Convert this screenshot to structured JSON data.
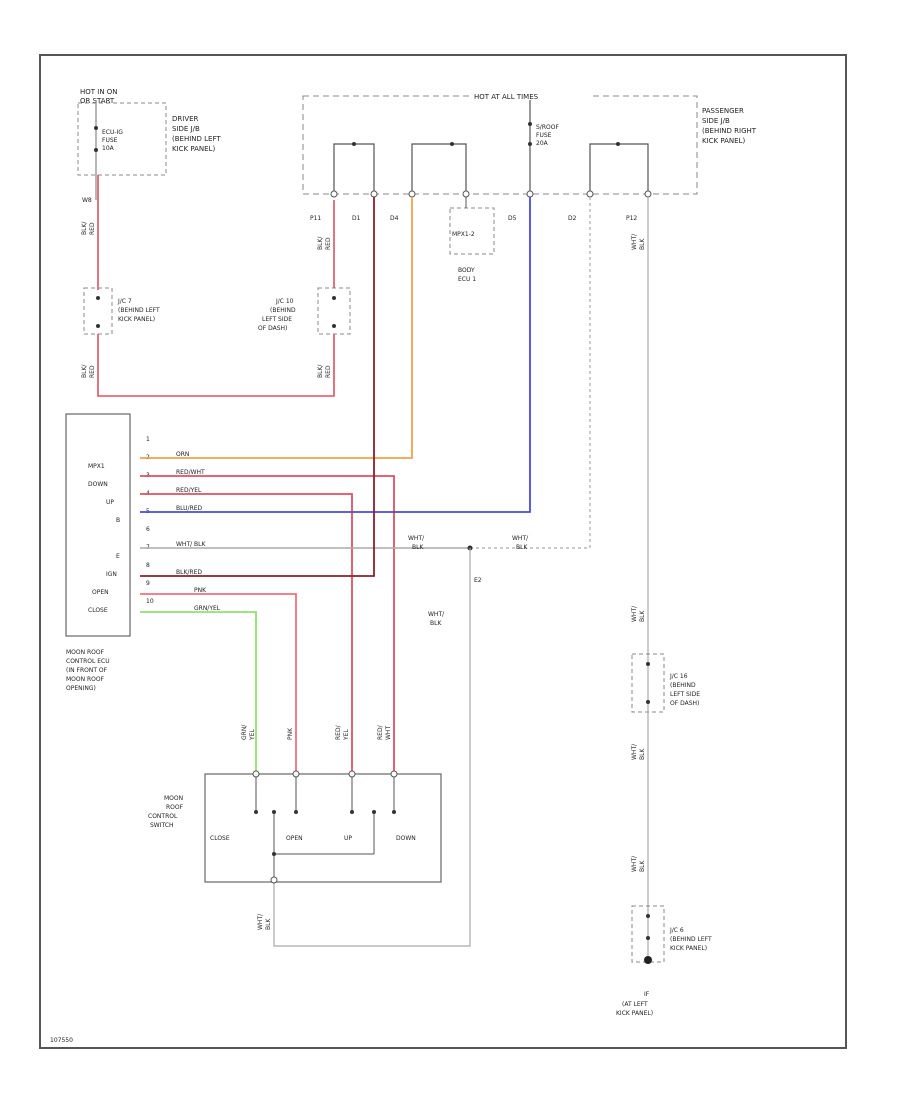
{
  "fuse_block_driver": {
    "header": [
      "HOT IN ON",
      "OR START"
    ],
    "fuse_name": [
      "ECU-IG",
      "FUSE",
      "10A"
    ],
    "location": [
      "DRIVER",
      "SIDE J/B",
      "(BEHIND LEFT",
      "KICK PANEL)"
    ],
    "connector": "W8"
  },
  "fuse_block_passenger": {
    "header": "HOT AT ALL TIMES",
    "fuse_name": [
      "S/ROOF",
      "FUSE",
      "20A"
    ],
    "location": [
      "PASSENGER",
      "SIDE J/B",
      "(BEHIND RIGHT",
      "KICK PANEL)"
    ],
    "pins": [
      "P11",
      "D1",
      "D4",
      "D5",
      "D2",
      "P12"
    ]
  },
  "body_ecu": {
    "connector": "MPX1-2",
    "name": [
      "BODY",
      "ECU 1"
    ]
  },
  "junction_jc7": [
    "J/C 7",
    "(BEHIND LEFT",
    "KICK PANEL)"
  ],
  "junction_jc10": [
    "J/C 10",
    "(BEHIND",
    "LEFT SIDE",
    "OF DASH)"
  ],
  "junction_jc16": [
    "J/C 16",
    "(BEHIND",
    "LEFT SIDE",
    "OF DASH)"
  ],
  "junction_jc6": [
    "J/C 6",
    "(BEHIND LEFT",
    "KICK PANEL)"
  ],
  "ground": {
    "id": "IF",
    "location": [
      "(AT LEFT",
      "KICK PANEL)"
    ]
  },
  "moon_roof_ecu": {
    "pins": [
      "MPX1",
      "DOWN",
      "UP",
      "B",
      "E",
      "IGN",
      "OPEN",
      "CLOSE"
    ],
    "pin_numbers": [
      "1",
      "2",
      "3",
      "4",
      "5",
      "6",
      "7",
      "8",
      "9",
      "10"
    ],
    "name": [
      "MOON ROOF",
      "CONTROL ECU",
      "(IN FRONT OF",
      "MOON ROOF",
      "OPENING)"
    ]
  },
  "moon_roof_switch": {
    "name": [
      "MOON",
      "ROOF",
      "CONTROL",
      "SWITCH"
    ],
    "positions": [
      "CLOSE",
      "OPEN",
      "UP",
      "DOWN"
    ]
  },
  "wires": {
    "orn": "ORN",
    "red_whtx": "RED/WHT",
    "red_yel": "RED/YEL",
    "blu_red": "BLU/RED",
    "wht_blk": "WHT/ BLK",
    "blk_red": "BLK/RED",
    "pnk": "PNK",
    "grn_yel": "GRN/YEL",
    "wht_blk_split": [
      "WHT/",
      "BLK"
    ],
    "blk_red_v": [
      "BLK/",
      "RED"
    ],
    "grn_yel_v": [
      "GRN/",
      "YEL"
    ],
    "pnk_v": "PNK",
    "red_yel_v": [
      "RED/",
      "YEL"
    ],
    "red_wht_v": [
      "RED/",
      "WHT"
    ],
    "wht_blk_v": [
      "WHT/",
      "BLK"
    ]
  },
  "splice": "E2",
  "footer_code": "107550",
  "colors": {
    "frame": "#555555",
    "orange": "#f5a04a",
    "red": "#e05060",
    "dark_red": "#8a2030",
    "blue": "#4a4adc",
    "green": "#90e070",
    "pink": "#f07080",
    "grey": "#aaaaaa"
  }
}
